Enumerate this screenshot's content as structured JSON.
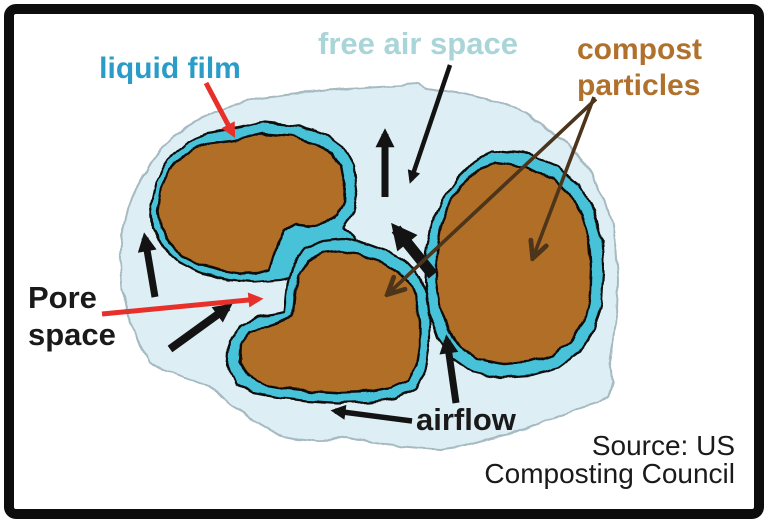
{
  "diagram": {
    "labels": {
      "liquid_film": "liquid film",
      "free_air_space": "free air space",
      "compost_line1": "compost",
      "compost_line2": "particles",
      "pore_line1": "Pore",
      "pore_line2": "space",
      "airflow": "airflow",
      "source_line1": "Source: US",
      "source_line2": "Composting Council"
    },
    "colors": {
      "particle_brown": "#b06e27",
      "liquid_film_cyan": "#47c2d8",
      "free_air_space_fill": "#ddeef5",
      "region_outline": "#a6bac1",
      "shape_outline": "#101010",
      "label_liquid_film": "#2a9cc7",
      "label_free_air_space": "#a9d5d9",
      "label_compost": "#b0712d",
      "label_black": "#1a1a1a",
      "arrow_black": "#131313",
      "arrow_red": "#e8302b",
      "arrow_dark_brown": "#4c351b",
      "frame": "#0d0d0d"
    }
  }
}
